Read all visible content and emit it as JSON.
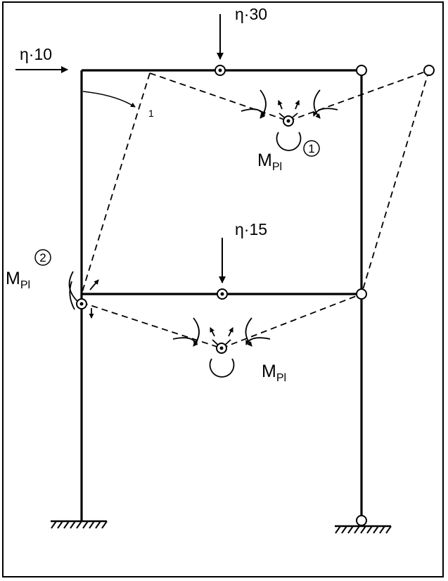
{
  "loads": {
    "top": "η·30",
    "left": "η·10",
    "mid": "η·15"
  },
  "plastic_moment": {
    "main": "M",
    "sub": "Pl"
  },
  "mechanism_numbers": {
    "one": "1",
    "two": "2"
  },
  "rotation_label": "1"
}
